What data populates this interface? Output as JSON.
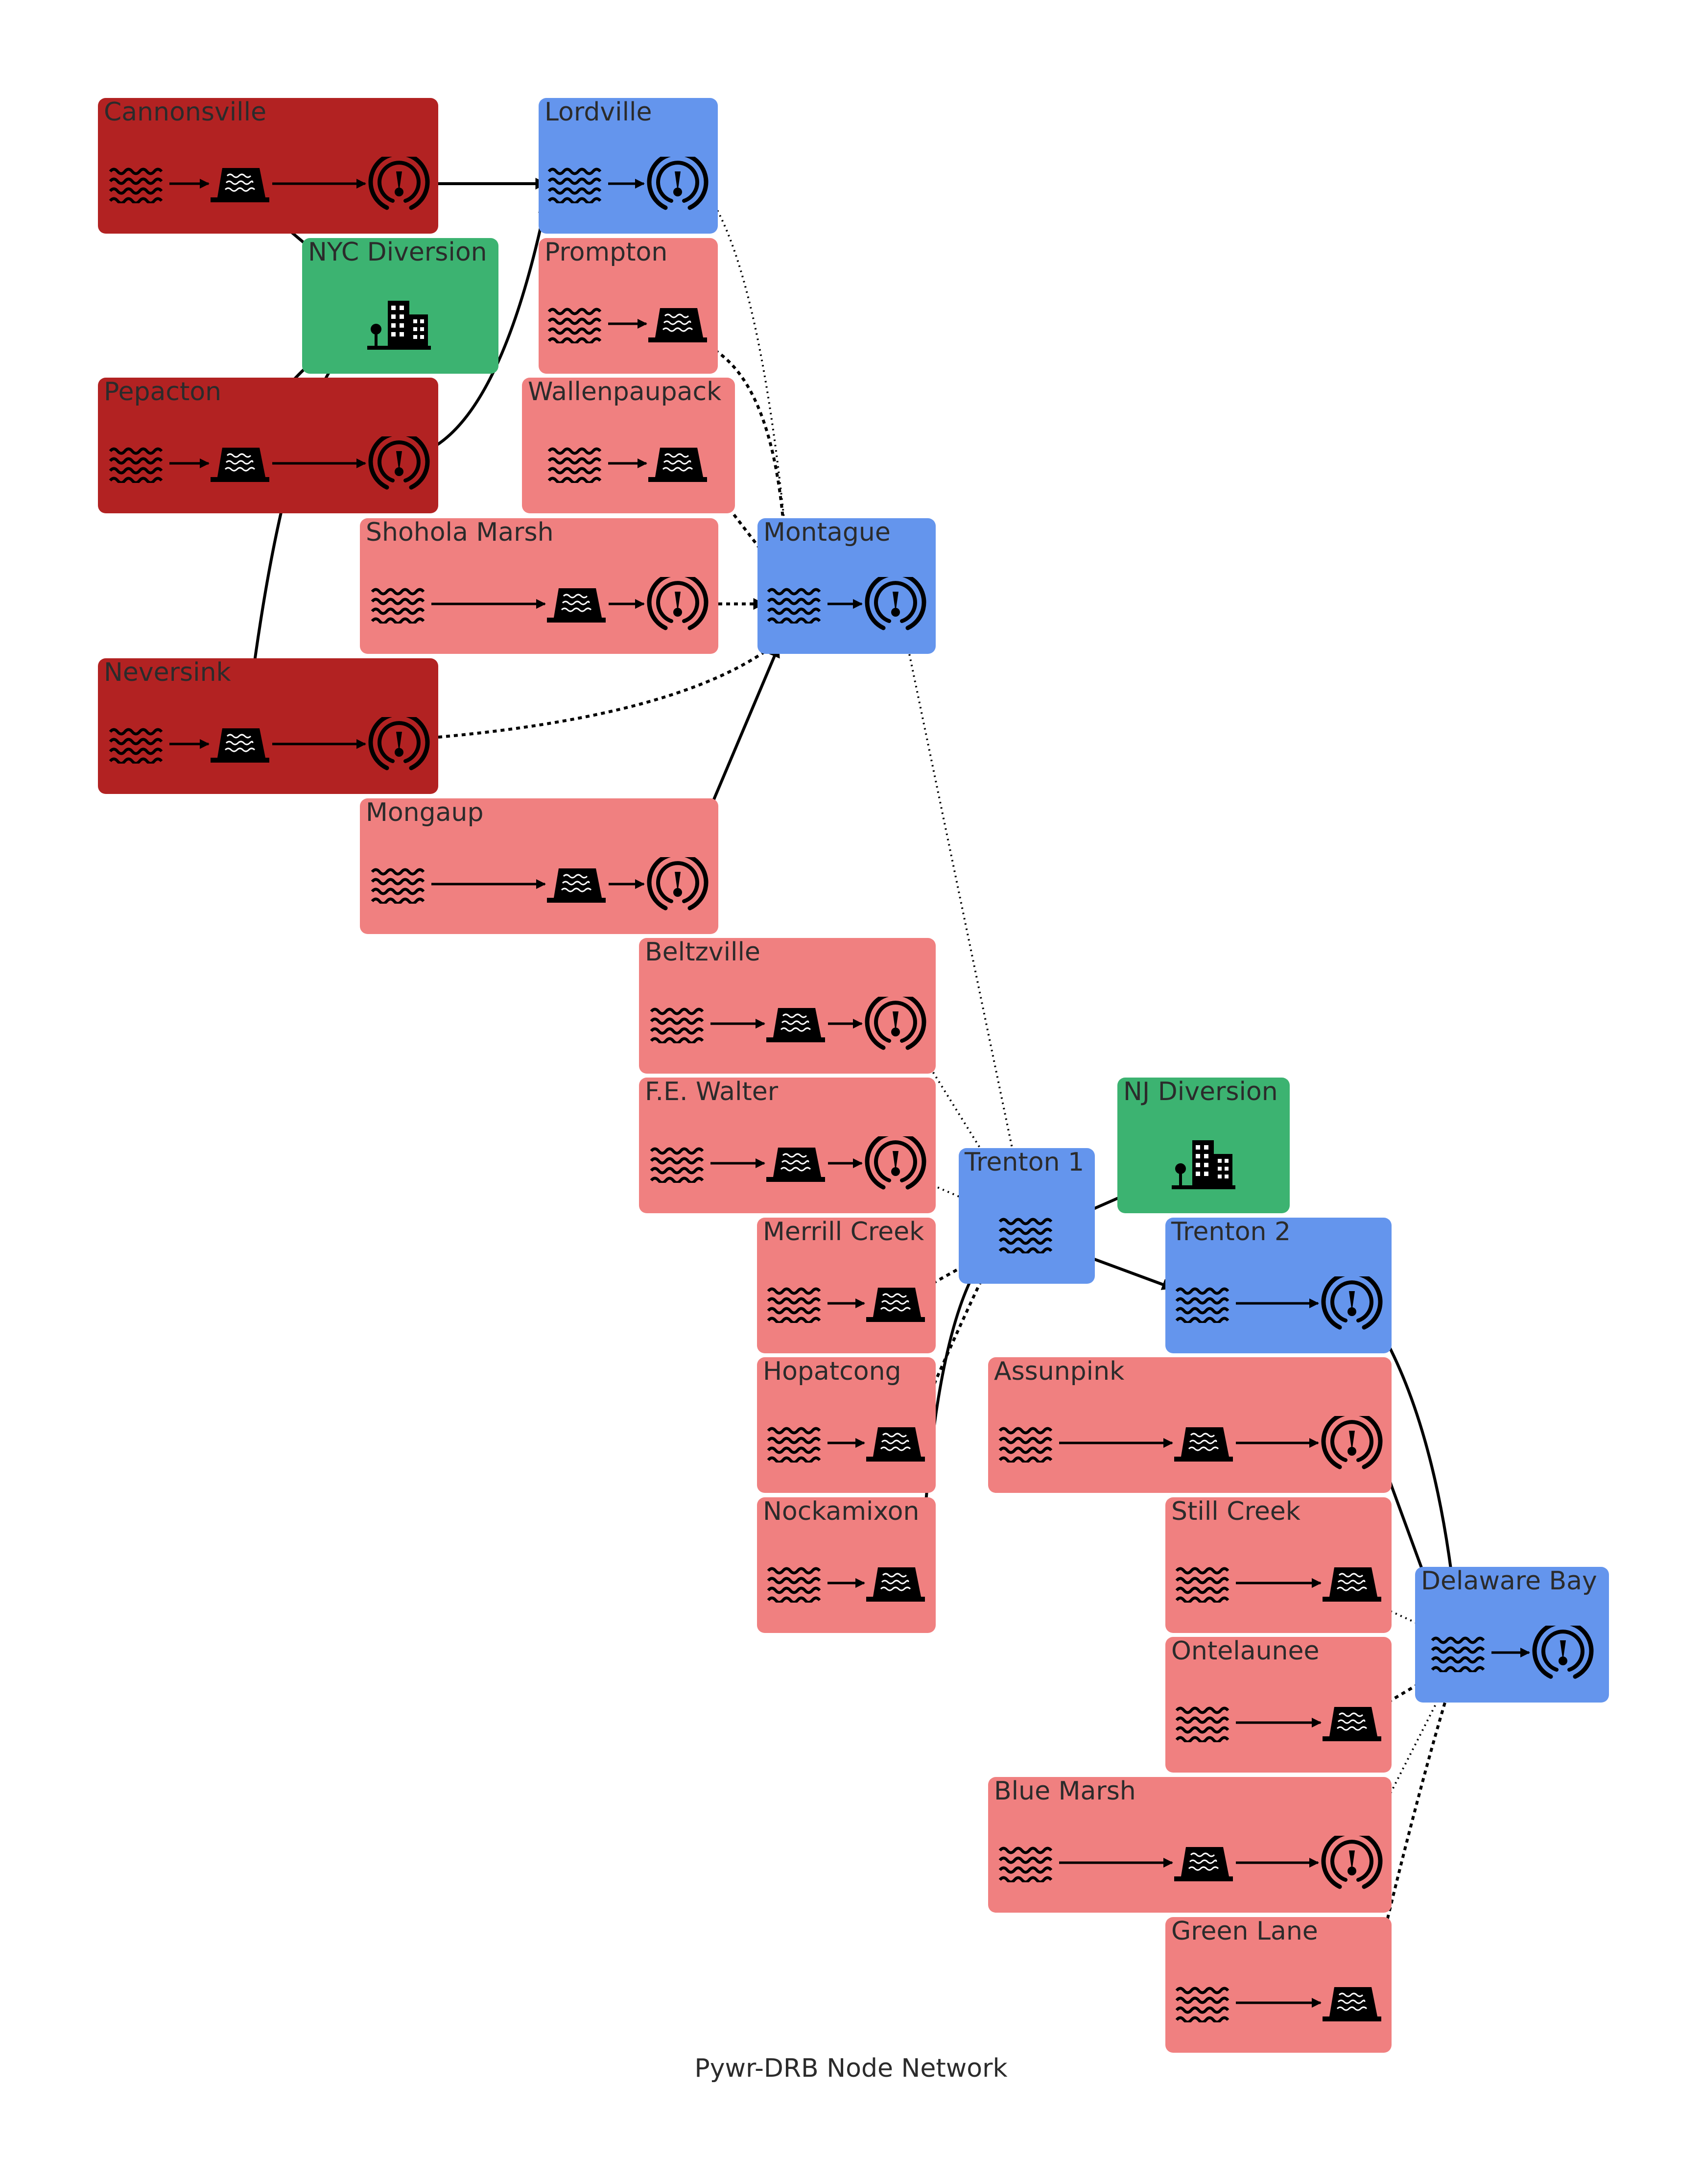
{
  "title": "Pywr-DRB Node Network",
  "colors": {
    "nyc_reservoir": "#b22222",
    "reservoir": "#f08080",
    "flow_node": "#6495ed",
    "diversion": "#3cb371",
    "edge": "#000000"
  },
  "icons": [
    "water-wave-icon",
    "dam-icon",
    "flow-gauge-icon",
    "city-icon"
  ],
  "nodes": [
    {
      "id": "cannonsville",
      "label": "Cannonsville",
      "kind": "nyc_reservoir",
      "icons": [
        "water-wave-icon",
        "dam-icon",
        "flow-gauge-icon"
      ]
    },
    {
      "id": "pepacton",
      "label": "Pepacton",
      "kind": "nyc_reservoir",
      "icons": [
        "water-wave-icon",
        "dam-icon",
        "flow-gauge-icon"
      ]
    },
    {
      "id": "neversink",
      "label": "Neversink",
      "kind": "nyc_reservoir",
      "icons": [
        "water-wave-icon",
        "dam-icon",
        "flow-gauge-icon"
      ]
    },
    {
      "id": "nyc_diversion",
      "label": "NYC Diversion",
      "kind": "diversion",
      "icons": [
        "city-icon"
      ]
    },
    {
      "id": "lordville",
      "label": "Lordville",
      "kind": "flow_node",
      "icons": [
        "water-wave-icon",
        "flow-gauge-icon"
      ]
    },
    {
      "id": "prompton",
      "label": "Prompton",
      "kind": "reservoir",
      "icons": [
        "water-wave-icon",
        "dam-icon"
      ]
    },
    {
      "id": "wallenpaupack",
      "label": "Wallenpaupack",
      "kind": "reservoir",
      "icons": [
        "water-wave-icon",
        "dam-icon"
      ]
    },
    {
      "id": "shohola_marsh",
      "label": "Shohola Marsh",
      "kind": "reservoir",
      "icons": [
        "water-wave-icon",
        "dam-icon",
        "flow-gauge-icon"
      ]
    },
    {
      "id": "mongaup",
      "label": "Mongaup",
      "kind": "reservoir",
      "icons": [
        "water-wave-icon",
        "dam-icon",
        "flow-gauge-icon"
      ]
    },
    {
      "id": "montague",
      "label": "Montague",
      "kind": "flow_node",
      "icons": [
        "water-wave-icon",
        "flow-gauge-icon"
      ]
    },
    {
      "id": "beltzville",
      "label": "Beltzville",
      "kind": "reservoir",
      "icons": [
        "water-wave-icon",
        "dam-icon",
        "flow-gauge-icon"
      ]
    },
    {
      "id": "fe_walter",
      "label": "F.E. Walter",
      "kind": "reservoir",
      "icons": [
        "water-wave-icon",
        "dam-icon",
        "flow-gauge-icon"
      ]
    },
    {
      "id": "merrill_creek",
      "label": "Merrill Creek",
      "kind": "reservoir",
      "icons": [
        "water-wave-icon",
        "dam-icon"
      ]
    },
    {
      "id": "hopatcong",
      "label": "Hopatcong",
      "kind": "reservoir",
      "icons": [
        "water-wave-icon",
        "dam-icon"
      ]
    },
    {
      "id": "nockamixon",
      "label": "Nockamixon",
      "kind": "reservoir",
      "icons": [
        "water-wave-icon",
        "dam-icon"
      ]
    },
    {
      "id": "trenton1",
      "label": "Trenton 1",
      "kind": "flow_node",
      "icons": [
        "water-wave-icon"
      ]
    },
    {
      "id": "nj_diversion",
      "label": "NJ Diversion",
      "kind": "diversion",
      "icons": [
        "city-icon"
      ]
    },
    {
      "id": "trenton2",
      "label": "Trenton 2",
      "kind": "flow_node",
      "icons": [
        "water-wave-icon",
        "flow-gauge-icon"
      ]
    },
    {
      "id": "assunpink",
      "label": "Assunpink",
      "kind": "reservoir",
      "icons": [
        "water-wave-icon",
        "dam-icon",
        "flow-gauge-icon"
      ]
    },
    {
      "id": "still_creek",
      "label": "Still Creek",
      "kind": "reservoir",
      "icons": [
        "water-wave-icon",
        "dam-icon"
      ]
    },
    {
      "id": "ontelaunee",
      "label": "Ontelaunee",
      "kind": "reservoir",
      "icons": [
        "water-wave-icon",
        "dam-icon"
      ]
    },
    {
      "id": "blue_marsh",
      "label": "Blue Marsh",
      "kind": "reservoir",
      "icons": [
        "water-wave-icon",
        "dam-icon",
        "flow-gauge-icon"
      ]
    },
    {
      "id": "green_lane",
      "label": "Green Lane",
      "kind": "reservoir",
      "icons": [
        "water-wave-icon",
        "dam-icon"
      ]
    },
    {
      "id": "delaware_bay",
      "label": "Delaware Bay",
      "kind": "flow_node",
      "icons": [
        "water-wave-icon",
        "flow-gauge-icon"
      ]
    }
  ],
  "edges": [
    {
      "from": "cannonsville",
      "to": "lordville",
      "style": "solid"
    },
    {
      "from": "cannonsville",
      "to": "nyc_diversion",
      "style": "solid"
    },
    {
      "from": "pepacton",
      "to": "nyc_diversion",
      "style": "solid"
    },
    {
      "from": "neversink",
      "to": "nyc_diversion",
      "style": "solid"
    },
    {
      "from": "pepacton",
      "to": "lordville",
      "style": "solid"
    },
    {
      "from": "lordville",
      "to": "montague",
      "style": "dotted"
    },
    {
      "from": "prompton",
      "to": "montague",
      "style": "dashed"
    },
    {
      "from": "wallenpaupack",
      "to": "montague",
      "style": "dashed"
    },
    {
      "from": "shohola_marsh",
      "to": "montague",
      "style": "dashed"
    },
    {
      "from": "neversink",
      "to": "montague",
      "style": "dashed"
    },
    {
      "from": "mongaup",
      "to": "montague",
      "style": "solid"
    },
    {
      "from": "montague",
      "to": "trenton1",
      "style": "dotted"
    },
    {
      "from": "beltzville",
      "to": "trenton1",
      "style": "dotted"
    },
    {
      "from": "fe_walter",
      "to": "trenton1",
      "style": "dotted"
    },
    {
      "from": "merrill_creek",
      "to": "trenton1",
      "style": "dashed"
    },
    {
      "from": "hopatcong",
      "to": "trenton1",
      "style": "dashed"
    },
    {
      "from": "nockamixon",
      "to": "trenton1",
      "style": "solid"
    },
    {
      "from": "trenton1",
      "to": "nj_diversion",
      "style": "solid"
    },
    {
      "from": "trenton1",
      "to": "trenton2",
      "style": "solid"
    },
    {
      "from": "trenton2",
      "to": "delaware_bay",
      "style": "solid"
    },
    {
      "from": "assunpink",
      "to": "delaware_bay",
      "style": "solid"
    },
    {
      "from": "still_creek",
      "to": "delaware_bay",
      "style": "dotted"
    },
    {
      "from": "ontelaunee",
      "to": "delaware_bay",
      "style": "dashed"
    },
    {
      "from": "blue_marsh",
      "to": "delaware_bay",
      "style": "dotted"
    },
    {
      "from": "green_lane",
      "to": "delaware_bay",
      "style": "dashed"
    }
  ]
}
